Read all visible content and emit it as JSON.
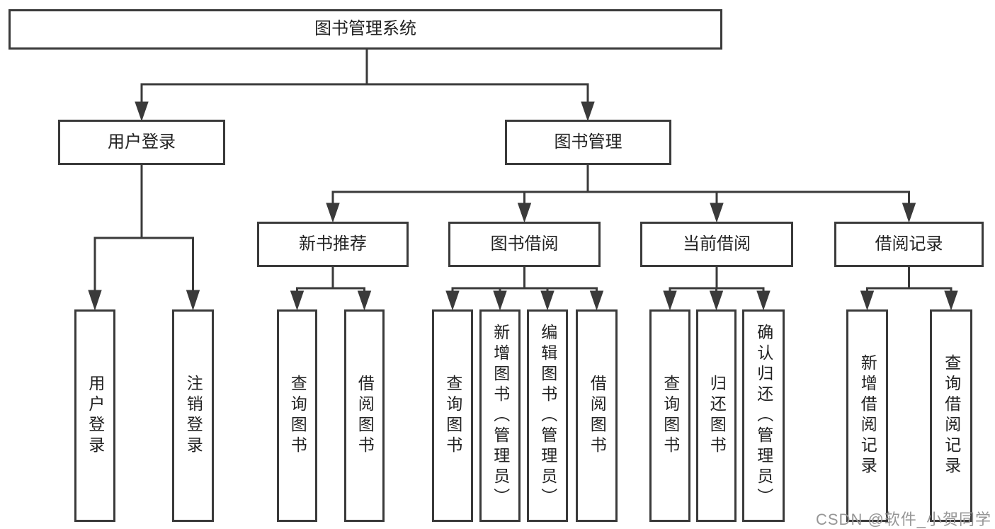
{
  "tree": {
    "root": "图书管理系统",
    "branches": [
      {
        "label": "用户登录",
        "leaves": [
          "用户登录",
          "注销登录"
        ]
      },
      {
        "label": "图书管理",
        "subbranches": [
          {
            "label": "新书推荐",
            "leaves": [
              "查询图书",
              "借阅图书"
            ]
          },
          {
            "label": "图书借阅",
            "leaves": [
              "查询图书",
              "新增图书（管理员）",
              "编辑图书（管理员）",
              "借阅图书"
            ]
          },
          {
            "label": "当前借阅",
            "leaves": [
              "查询图书",
              "归还图书",
              "确认归还（管理员）"
            ]
          },
          {
            "label": "借阅记录",
            "leaves": [
              "新增借阅记录",
              "查询借阅记录"
            ]
          }
        ]
      }
    ]
  },
  "watermark": "CSDN @软件_小贺同学",
  "colors": {
    "line": "#3a3a3a",
    "text": "#222222",
    "watermark": "#969696",
    "background": "#ffffff"
  }
}
